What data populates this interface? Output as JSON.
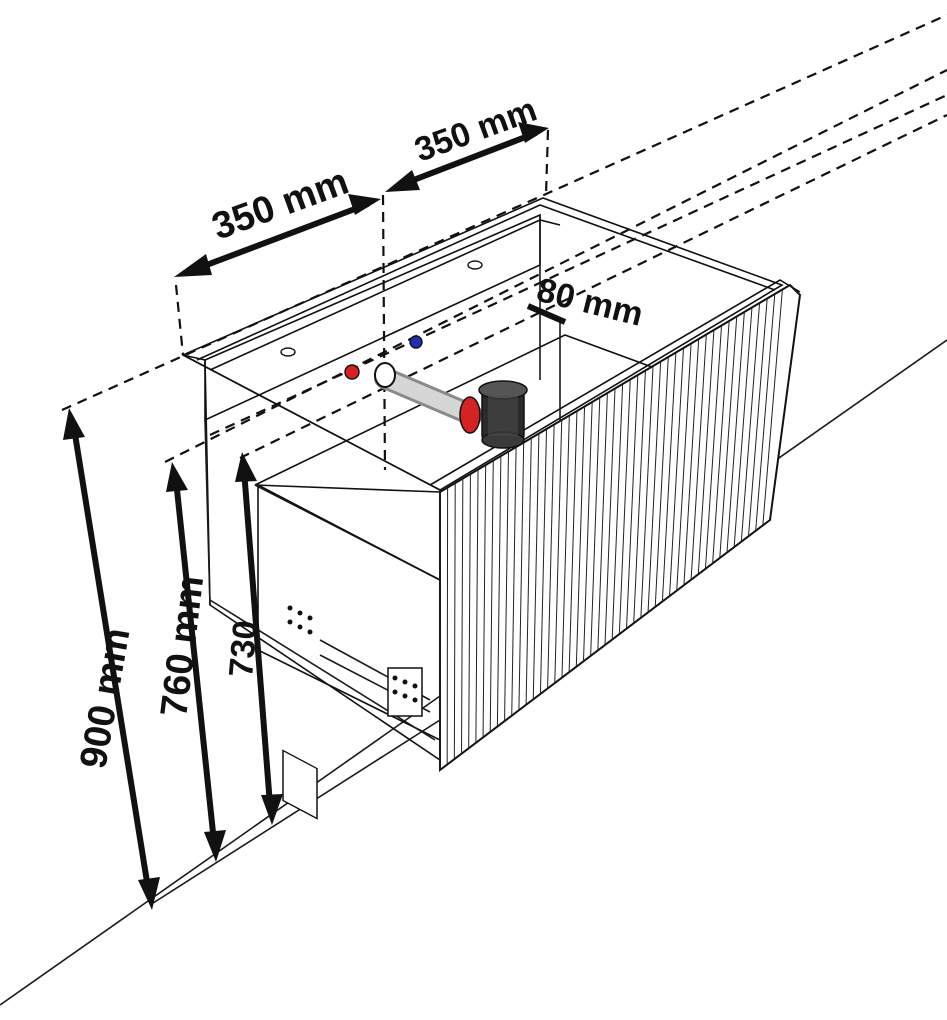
{
  "dimensions": {
    "width_left": "350 mm",
    "width_right": "350 mm",
    "depth_offset": "80 mm",
    "height_total": "900 mm",
    "height_middle": "760 mm",
    "height_lower": "730"
  },
  "colors": {
    "outline": "#111111",
    "hot_connector": "#d42323",
    "cold_connector": "#1f2fb0",
    "siphon": "#2b2b2b",
    "pipe": "#bcbcbc"
  }
}
